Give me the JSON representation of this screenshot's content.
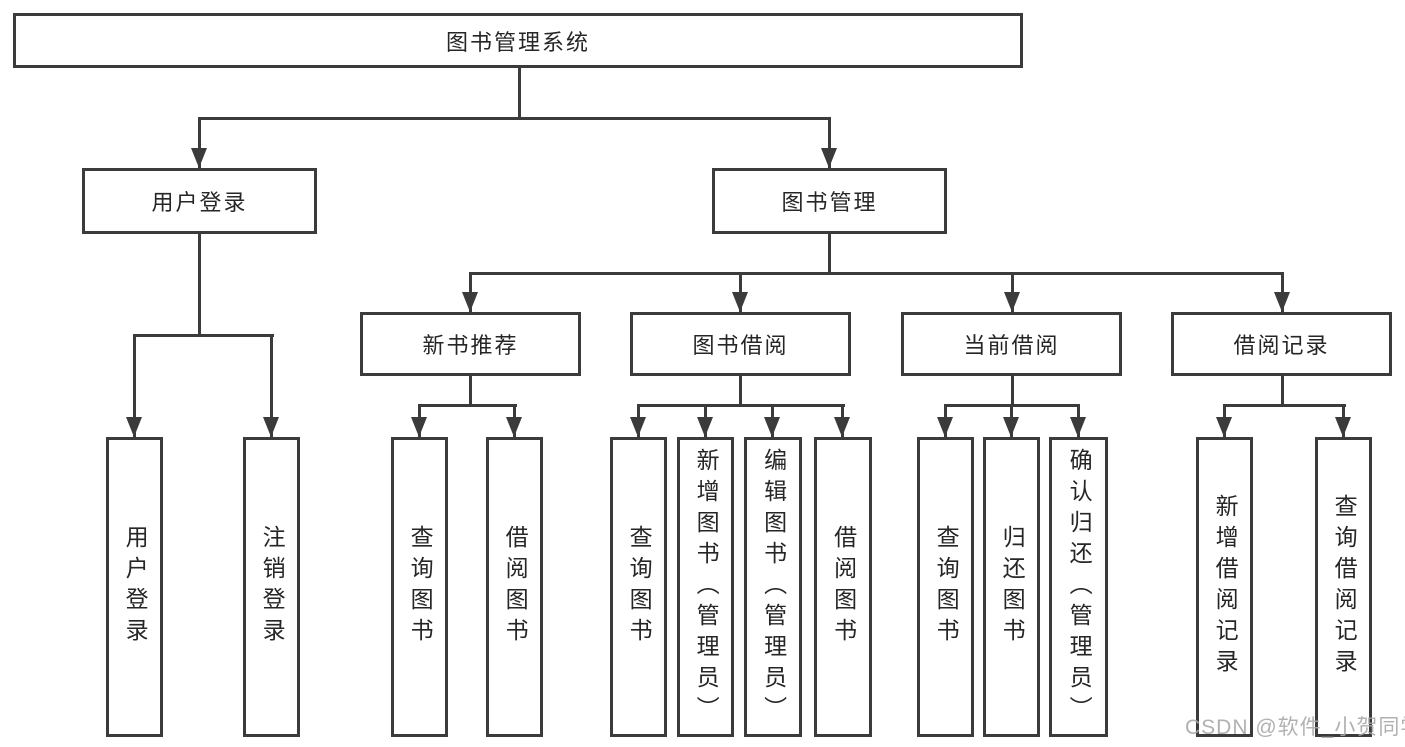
{
  "diagram": {
    "root": "图书管理系统",
    "level2": [
      "用户登录",
      "图书管理"
    ],
    "level3": [
      "新书推荐",
      "图书借阅",
      "当前借阅",
      "借阅记录"
    ],
    "leaves": {
      "user_login": [
        "用户登录",
        "注销登录"
      ],
      "new_book": [
        "查询图书",
        "借阅图书"
      ],
      "book_borrow": [
        "查询图书",
        "新增图书（管理员）",
        "编辑图书（管理员）",
        "借阅图书"
      ],
      "current_borrow": [
        "查询图书",
        "归还图书",
        "确认归还（管理员）"
      ],
      "borrow_record": [
        "新增借阅记录",
        "查询借阅记录"
      ]
    }
  },
  "watermark": "CSDN @软件_小贺同学",
  "colors": {
    "line": "#3b3b3b",
    "text": "#262626",
    "background": "#ffffff",
    "watermark": "#a8a8a8"
  }
}
